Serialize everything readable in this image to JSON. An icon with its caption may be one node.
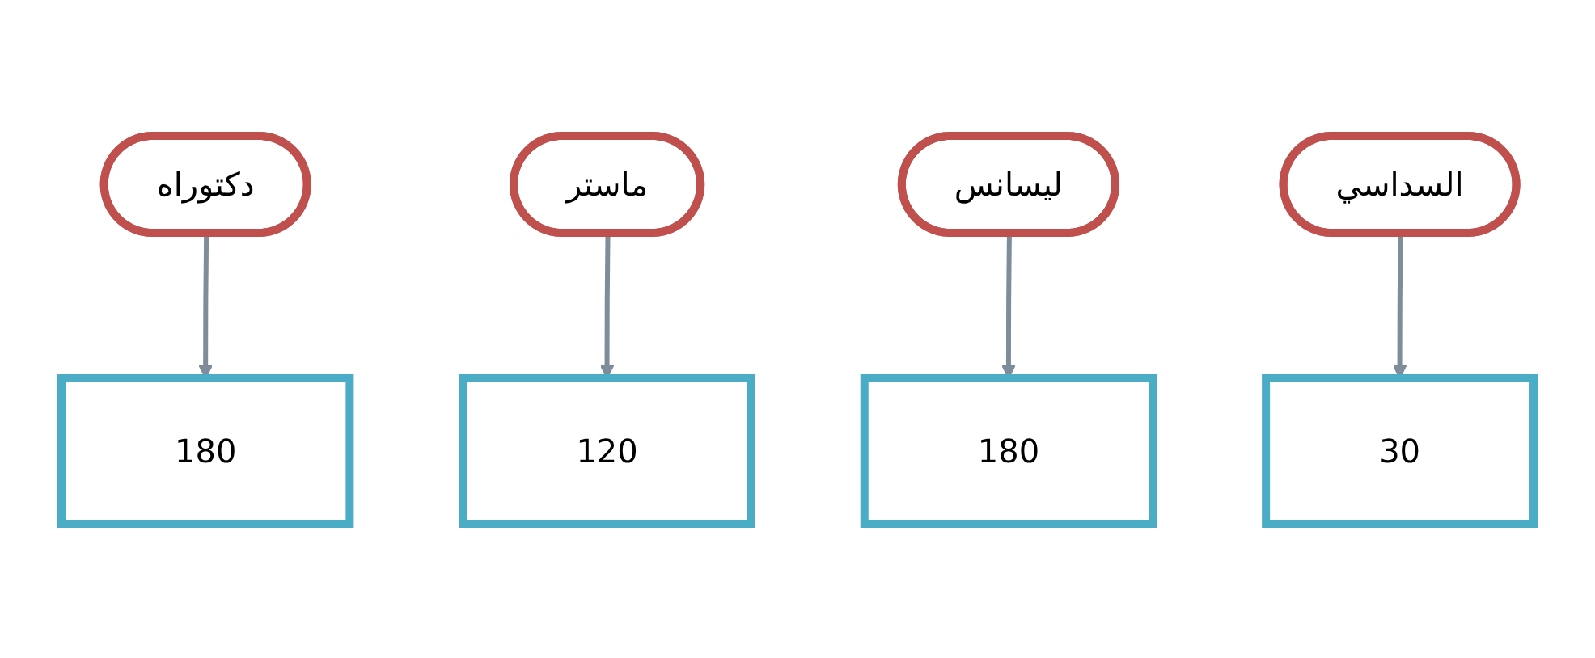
{
  "diagram": {
    "nodes": [
      {
        "text": [
          "دكتوراه"
        ]
      },
      {
        "text": [
          "ماستر"
        ]
      },
      {
        "text": [
          "ليسانس"
        ]
      },
      {
        "text": [
          "السداسي"
        ]
      },
      {
        "text": [
          "180"
        ]
      },
      {
        "text": [
          "120"
        ]
      },
      {
        "text": [
          "180"
        ]
      },
      {
        "text": [
          "30"
        ]
      }
    ],
    "edges": [
      {
        "from": 0,
        "to": 4,
        "arrow": "to"
      },
      {
        "from": 1,
        "to": 5,
        "arrow": "to"
      },
      {
        "from": 2,
        "to": 6,
        "arrow": "to"
      },
      {
        "from": 3,
        "to": 7,
        "arrow": "to"
      }
    ]
  }
}
